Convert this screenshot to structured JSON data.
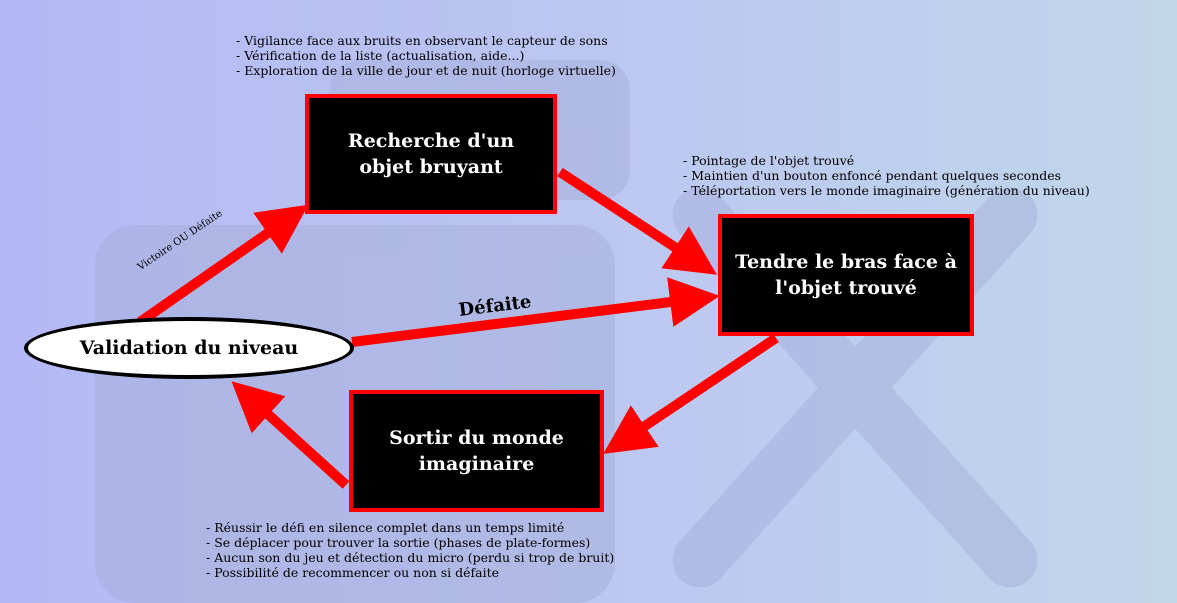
{
  "nodes": {
    "search": "Recherche d'un objet bruyant",
    "arm": "Tendre le bras face à l'objet trouvé",
    "exit": "Sortir du monde imaginaire",
    "validation": "Validation du niveau"
  },
  "edges": {
    "victory_or_defeat": "Victoire OU Défaite",
    "defeat": "Défaite"
  },
  "notes": {
    "search": [
      "Vigilance face aux bruits en observant le capteur de sons",
      "Vérification de la liste (actualisation, aide...)",
      "Exploration de la ville de jour et de nuit (horloge virtuelle)"
    ],
    "arm": [
      "Pointage de l'objet trouvé",
      "Maintien d'un bouton enfoncé pendant quelques secondes",
      "Téléportation vers le monde imaginaire (génération du niveau)"
    ],
    "exit": [
      "Réussir le défi en silence complet dans un temps limité",
      "Se déplacer pour trouver la sortie (phases de plate-formes)",
      "Aucun son du jeu et détection du micro (perdu si trop de bruit)",
      "Possibilité de recommencer ou non si défaite"
    ]
  },
  "colors": {
    "arrow": "#ff0000",
    "box_fill": "#000000",
    "box_border": "#ff0000",
    "watermark": "#a8b2e0"
  },
  "icons": {
    "watermark": "faded-logo-watermark"
  }
}
